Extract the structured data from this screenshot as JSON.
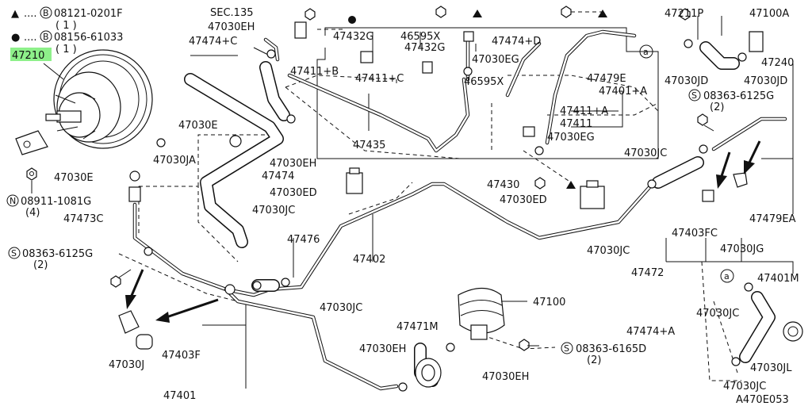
{
  "legend": {
    "row1": {
      "symbol": "▲",
      "code": "B",
      "part": "08121-0201F",
      "qty": "( 1 )"
    },
    "row2": {
      "symbol": "●",
      "code": "B",
      "part": "08156-61033",
      "qty": "( 1 )"
    }
  },
  "highlight_color": "#8ef08a",
  "labels": {
    "booster": "47210",
    "sec135": "SEC.135",
    "p47030EH_a": "47030EH",
    "p47474C": "47474+C",
    "p47432G_a": "47432G",
    "p46595X_a": "46595X",
    "p47474D": "47474+D",
    "p47432G_b": "47432G",
    "p47030EG_a": "47030EG",
    "p47411B": "47411+B",
    "p47411C": "47411+C",
    "p46595X_b": "46595X",
    "p47479E": "47479E",
    "p47401A": "47401+A",
    "p47411A": "47411+A",
    "p47411": "47411",
    "p47030EG_b": "47030EG",
    "p47211P": "47211P",
    "p47100A": "47100A",
    "p47240": "47240",
    "p47030JD_a": "47030JD",
    "p47030JD_b": "47030JD",
    "s08363_top": "08363-6125G",
    "s08363_top_qty": "(2)",
    "p47030E_a": "47030E",
    "p47030JA": "47030JA",
    "p47030EH_b": "47030EH",
    "p47435": "47435",
    "p47030E_b": "47030E",
    "p47474": "47474",
    "n08911": "08911-1081G",
    "n08911_qty": "(4)",
    "p47030ED_a": "47030ED",
    "p47430": "47430",
    "p47030ED_b": "47030ED",
    "p47030JC_a": "47030JC",
    "p47473C": "47473C",
    "p47030JC_b": "47030JC",
    "p47476": "47476",
    "p47479EA": "47479EA",
    "p47403FC": "47403FC",
    "s08363_left": "08363-6125G",
    "s08363_left_qty": "(2)",
    "p47402": "47402",
    "p47030JC_c": "47030JC",
    "p47030JG": "47030JG",
    "p47472": "47472",
    "p47401M": "47401M",
    "p47030JC_d": "47030JC",
    "p47100": "47100",
    "p47030JC_e": "47030JC",
    "p47471M": "47471M",
    "p47474A": "47474+A",
    "p47030EH_c": "47030EH",
    "s08363_bottom": "08363-6165D",
    "s08363_bottom_qty": "(2)",
    "p47030J": "47030J",
    "p47403F": "47403F",
    "p47030EH_d": "47030EH",
    "p47030JL": "47030JL",
    "p47030JC_f": "47030JC",
    "p47401": "47401",
    "diagram_id": "A470E053"
  },
  "circle_codes": {
    "a": "a",
    "S": "S",
    "N": "N",
    "B": "B"
  }
}
